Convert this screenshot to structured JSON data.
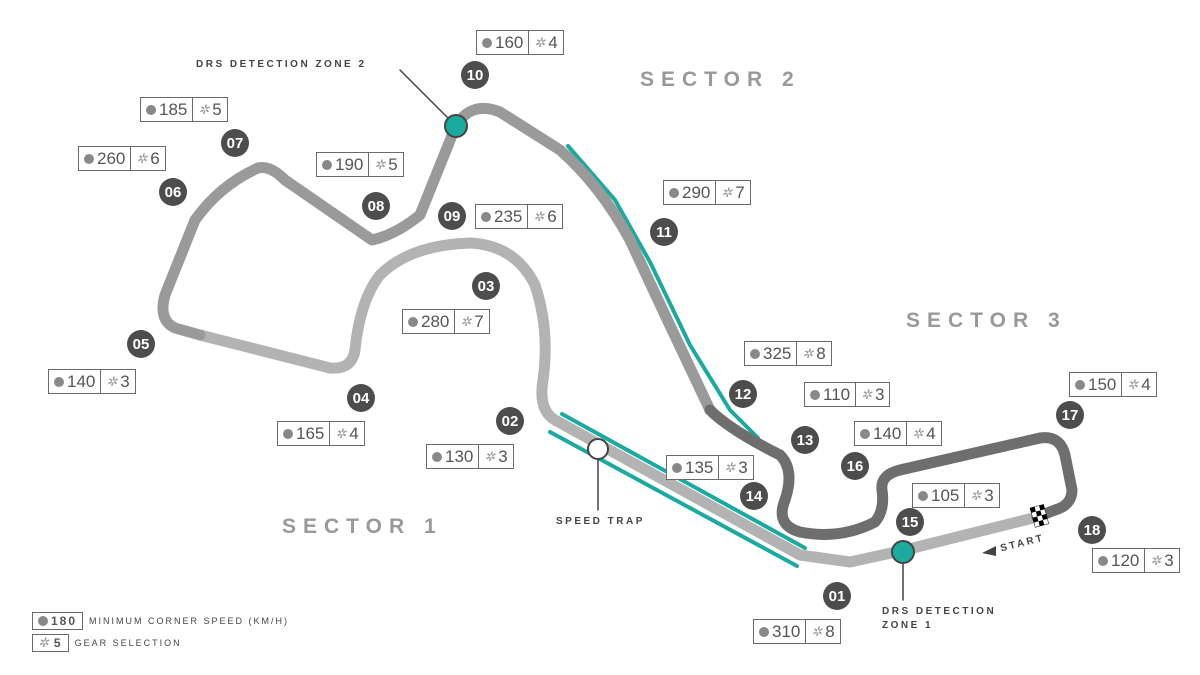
{
  "sectors": {
    "s1": "SECTOR 1",
    "s2": "SECTOR 2",
    "s3": "SECTOR 3"
  },
  "labels": {
    "drs1": "DRS DETECTION ZONE 1",
    "drs2": "DRS DETECTION ZONE 2",
    "speed_trap": "SPEED TRAP",
    "start": "START"
  },
  "legend": {
    "speed_value": "180",
    "speed_label": "MINIMUM CORNER SPEED (KM/H)",
    "gear_value": "5",
    "gear_label": "GEAR SELECTION"
  },
  "colors": {
    "sector1": "#b3b3b3",
    "sector2": "#9a9a9a",
    "sector3": "#6e6e6e",
    "drs": "#1aaaa0"
  },
  "corners": [
    {
      "n": "01",
      "speed": "310",
      "gear": "8"
    },
    {
      "n": "02",
      "speed": "130",
      "gear": "3"
    },
    {
      "n": "03",
      "speed": "280",
      "gear": "7"
    },
    {
      "n": "04",
      "speed": "165",
      "gear": "4"
    },
    {
      "n": "05",
      "speed": "140",
      "gear": "3"
    },
    {
      "n": "06",
      "speed": "260",
      "gear": "6"
    },
    {
      "n": "07",
      "speed": "185",
      "gear": "5"
    },
    {
      "n": "08",
      "speed": "190",
      "gear": "5"
    },
    {
      "n": "09",
      "speed": "235",
      "gear": "6"
    },
    {
      "n": "10",
      "speed": "160",
      "gear": "4"
    },
    {
      "n": "11",
      "speed": "290",
      "gear": "7"
    },
    {
      "n": "12",
      "speed": "325",
      "gear": "8"
    },
    {
      "n": "13",
      "speed": "110",
      "gear": "3"
    },
    {
      "n": "14",
      "speed": "135",
      "gear": "3"
    },
    {
      "n": "15",
      "speed": "105",
      "gear": "3"
    },
    {
      "n": "16",
      "speed": "140",
      "gear": "4"
    },
    {
      "n": "17",
      "speed": "150",
      "gear": "4"
    },
    {
      "n": "18",
      "speed": "120",
      "gear": "3"
    }
  ]
}
